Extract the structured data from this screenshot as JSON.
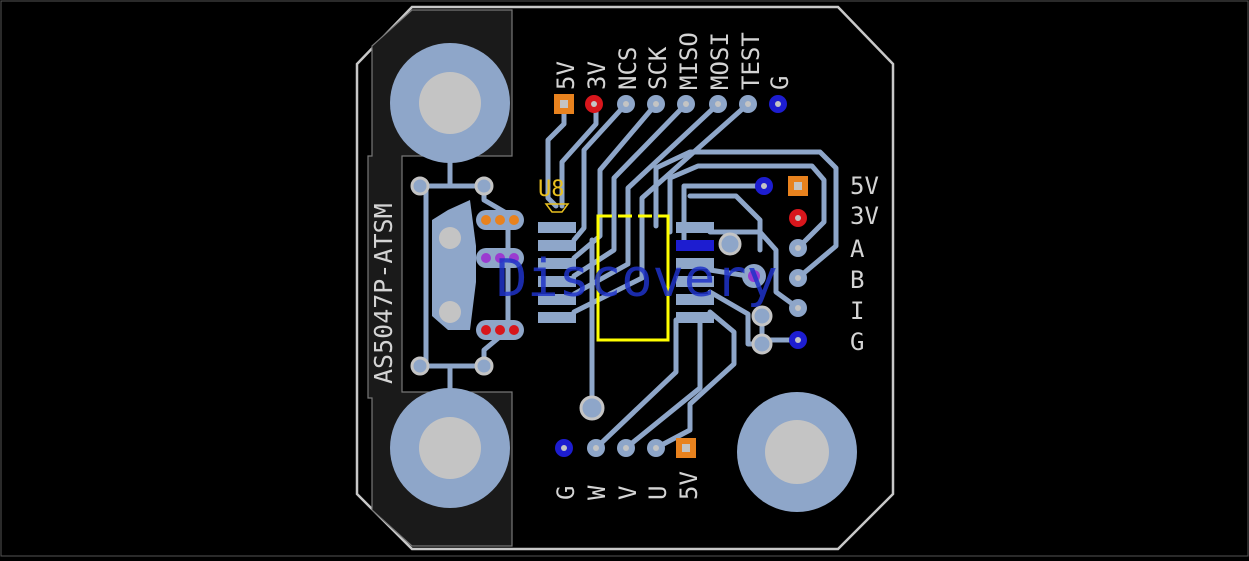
{
  "board": {
    "chip_name": "AS5047P-ATSM",
    "ref_designator": "U8",
    "watermark": "Discovery"
  },
  "header_top": [
    "5V",
    "3V",
    "NCS",
    "SCK",
    "MISO",
    "MOSI",
    "TEST",
    "G"
  ],
  "header_right": [
    "5V",
    "3V",
    "A",
    "B",
    "I",
    "G"
  ],
  "header_bottom": [
    "G",
    "W",
    "V",
    "U",
    "5V"
  ],
  "colors": {
    "background": "#000000",
    "board": "#000000",
    "outline": "#c8c8c8",
    "copper": "#8ea6c9",
    "pad_inner": "#c4c4c4",
    "silkscreen": "#d4d4d4",
    "pad_5v": "#e8821e",
    "pad_3v": "#d8161c",
    "pad_gnd": "#1d1dd0",
    "pad_purple": "#9b3bd0",
    "chip_outline": "#ffff00",
    "designator": "#e8c020",
    "watermark": "#1e32c8"
  }
}
